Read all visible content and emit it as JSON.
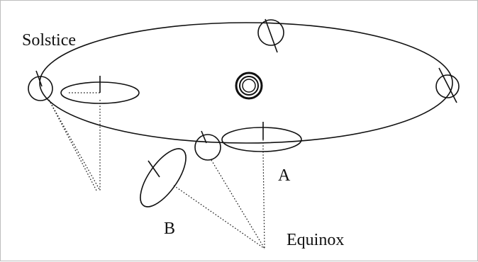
{
  "labels": {
    "solstice": "Solstice",
    "equinox": "Equinox",
    "a": "A",
    "b": "B"
  }
}
